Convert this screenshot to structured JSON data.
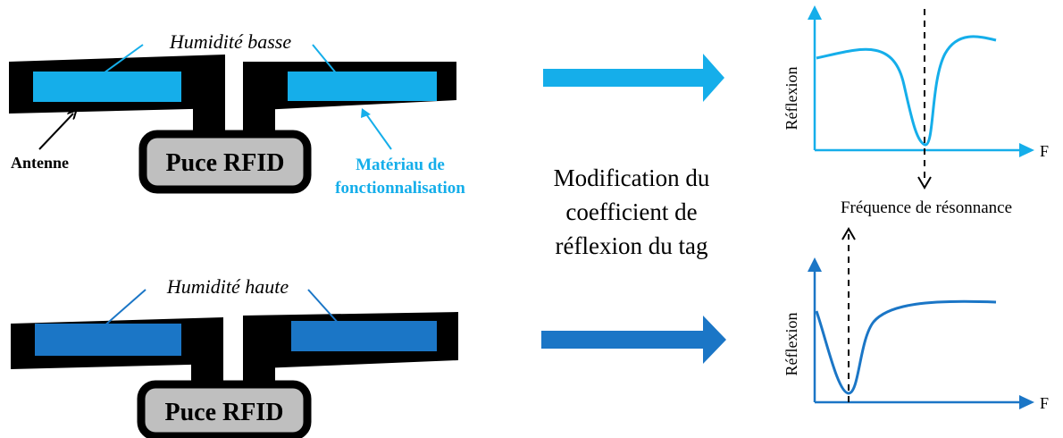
{
  "colors": {
    "light_blue": "#15AEEA",
    "dark_blue": "#1B76C6",
    "antenna": "#000000",
    "chip_fill": "#BFBFBF"
  },
  "tag_low": {
    "humidity_label": "Humidité basse",
    "antenna_label": "Antenne",
    "chip_label": "Puce RFID",
    "material_label_line1": "Matériau de",
    "material_label_line2": "fonctionnalisation"
  },
  "tag_high": {
    "humidity_label": "Humidité haute",
    "chip_label": "Puce RFID"
  },
  "middle_text": {
    "line1": "Modification du",
    "line2": "coefficient de",
    "line3": "réflexion du tag"
  },
  "graph_top": {
    "y_axis_label": "Réflexion",
    "x_axis_label": "F",
    "resonance_label": "Fréquence de résonnance"
  },
  "graph_bottom": {
    "y_axis_label": "Réflexion",
    "x_axis_label": "F"
  }
}
